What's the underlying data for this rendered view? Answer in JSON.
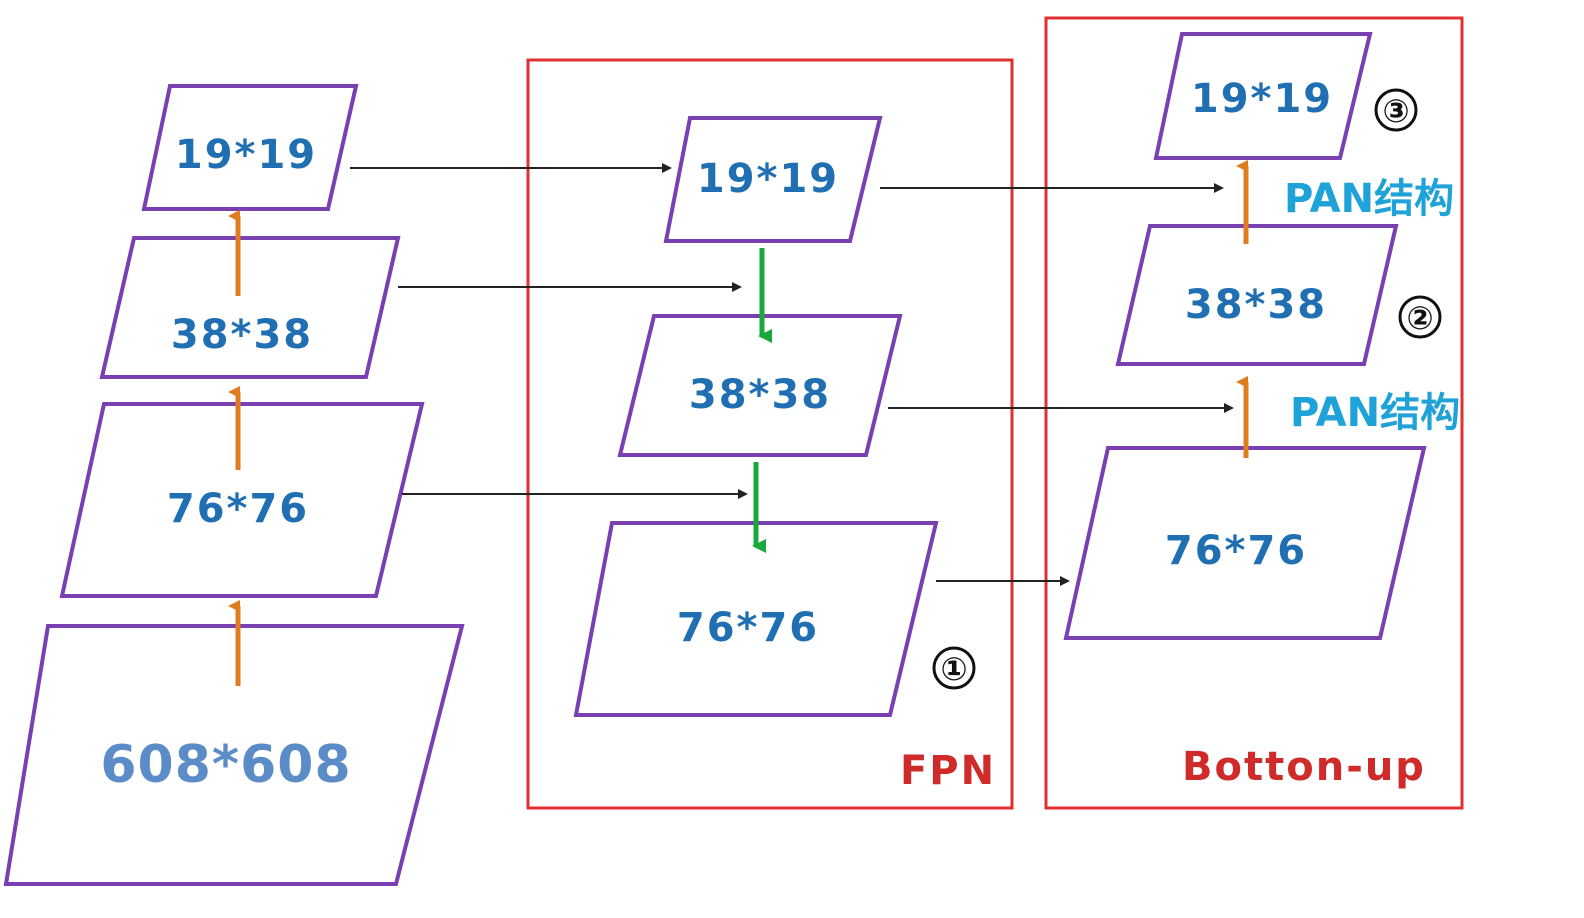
{
  "colors": {
    "parallelogram_border": "#7a3fb0",
    "label_blue": "#1f6fb2",
    "label_big": "#5b8cc8",
    "region_border": "#e03030",
    "region_label": "#d02b2b",
    "pan_label": "#1ea2d8",
    "upsample_arrow": "#e07b1f",
    "downsample_arrow": "#18a83c",
    "lateral_arrow": "#222222",
    "marker": "#111111"
  },
  "backbone": {
    "p608": "608*608",
    "p76": "76*76",
    "p38": "38*38",
    "p19": "19*19"
  },
  "fpn": {
    "title": "FPN",
    "p19": "19*19",
    "p38": "38*38",
    "p76": "76*76",
    "marker": "①"
  },
  "bottom_up": {
    "title": "Botton-up",
    "p76": "76*76",
    "p38": "38*38",
    "p19": "19*19",
    "marker_38": "②",
    "marker_19": "③",
    "pan_label_1": "PAN结构",
    "pan_label_2": "PAN结构"
  }
}
